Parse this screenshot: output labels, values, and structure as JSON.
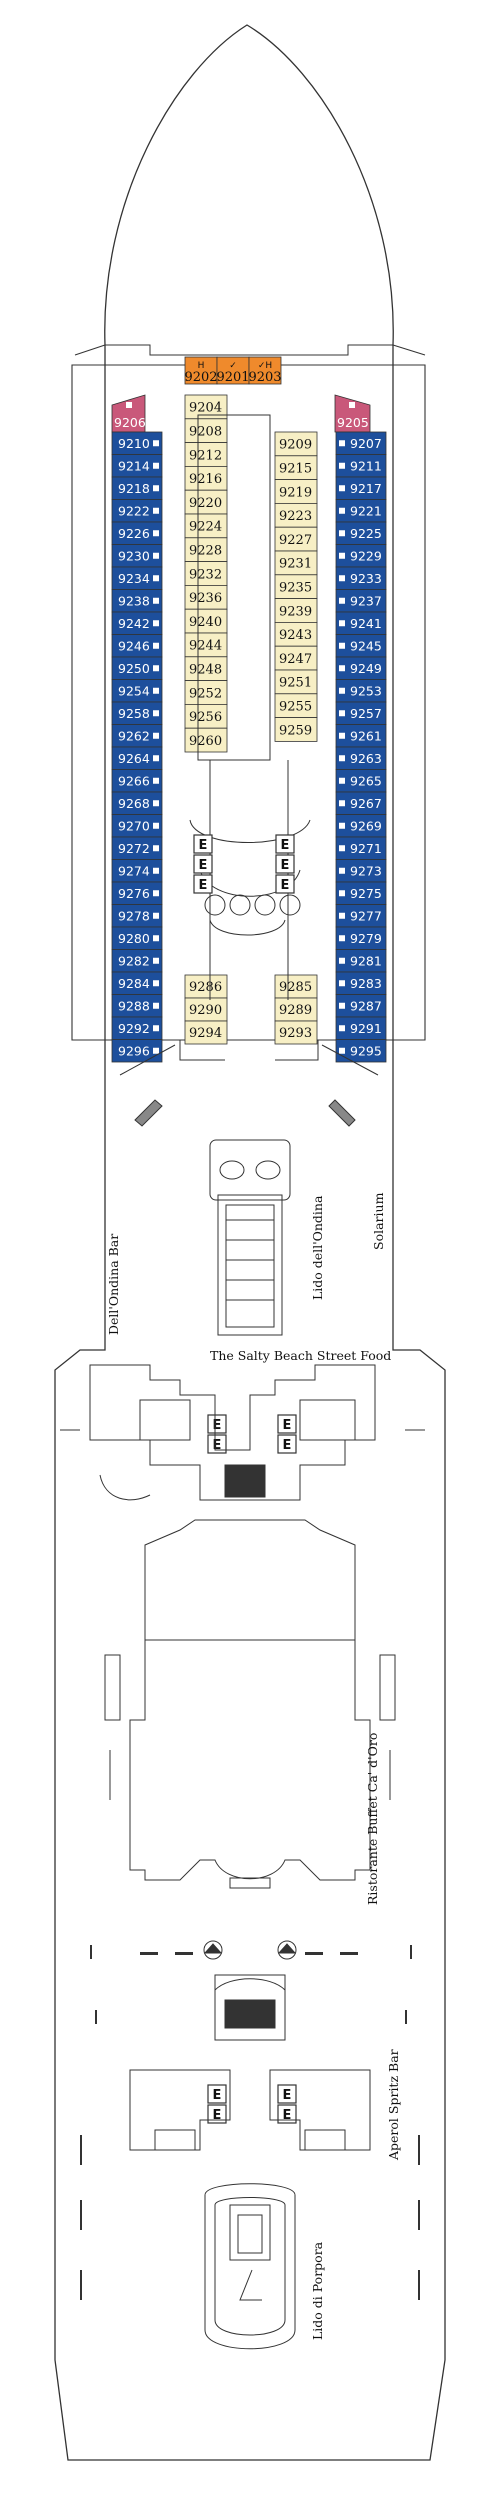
{
  "colors": {
    "interior_cabin": "#f7efc5",
    "balcony_cabin": "#1d4f9c",
    "suite_cabin": "#c9587a",
    "special_cabin": "#ef8a2c",
    "outline": "#333333",
    "accent_red": "#c0392b"
  },
  "cabins": {
    "top_special": [
      "9202",
      "9201",
      "9203"
    ],
    "top_special_markers": [
      "H",
      "✓",
      "✓H"
    ],
    "corner_suites": [
      "9206",
      "9205"
    ],
    "left_balcony": [
      "9210",
      "9214",
      "9218",
      "9222",
      "9226",
      "9230",
      "9234",
      "9238",
      "9242",
      "9246",
      "9250",
      "9254",
      "9258",
      "9262",
      "9264",
      "9266",
      "9268",
      "9270",
      "9272",
      "9274",
      "9276",
      "9278",
      "9280",
      "9282",
      "9284",
      "9288",
      "9292",
      "9296"
    ],
    "right_balcony": [
      "9207",
      "9211",
      "9217",
      "9221",
      "9225",
      "9229",
      "9233",
      "9237",
      "9241",
      "9245",
      "9249",
      "9253",
      "9257",
      "9261",
      "9263",
      "9265",
      "9267",
      "9269",
      "9271",
      "9273",
      "9275",
      "9277",
      "9279",
      "9281",
      "9283",
      "9287",
      "9291",
      "9295"
    ],
    "left_interior_top": [
      "9204",
      "9208",
      "9212",
      "9216",
      "9220",
      "9224",
      "9228",
      "9232",
      "9236",
      "9240",
      "9244",
      "9248",
      "9252",
      "9256",
      "9260"
    ],
    "right_interior_top": [
      "9209",
      "9215",
      "9219",
      "9223",
      "9227",
      "9231",
      "9235",
      "9239",
      "9243",
      "9247",
      "9251",
      "9255",
      "9259"
    ],
    "left_interior_bottom": [
      "9286",
      "9290",
      "9294"
    ],
    "right_interior_bottom": [
      "9285",
      "9289",
      "9293"
    ],
    "accessible_marker": "H"
  },
  "elevator_label": "E",
  "venues": {
    "dellondina_bar": "Dell'Ondina Bar",
    "lido_dellondina": "Lido dell'Ondina",
    "solarium": "Solarium",
    "salty_beach": "The Salty Beach Street Food",
    "ristorante_buffet": "Ristorante Buffet Ca' d'Oro",
    "aperol_spritz_bar": "Aperol Spritz Bar",
    "lido_di_porpora": "Lido di Porpora"
  }
}
